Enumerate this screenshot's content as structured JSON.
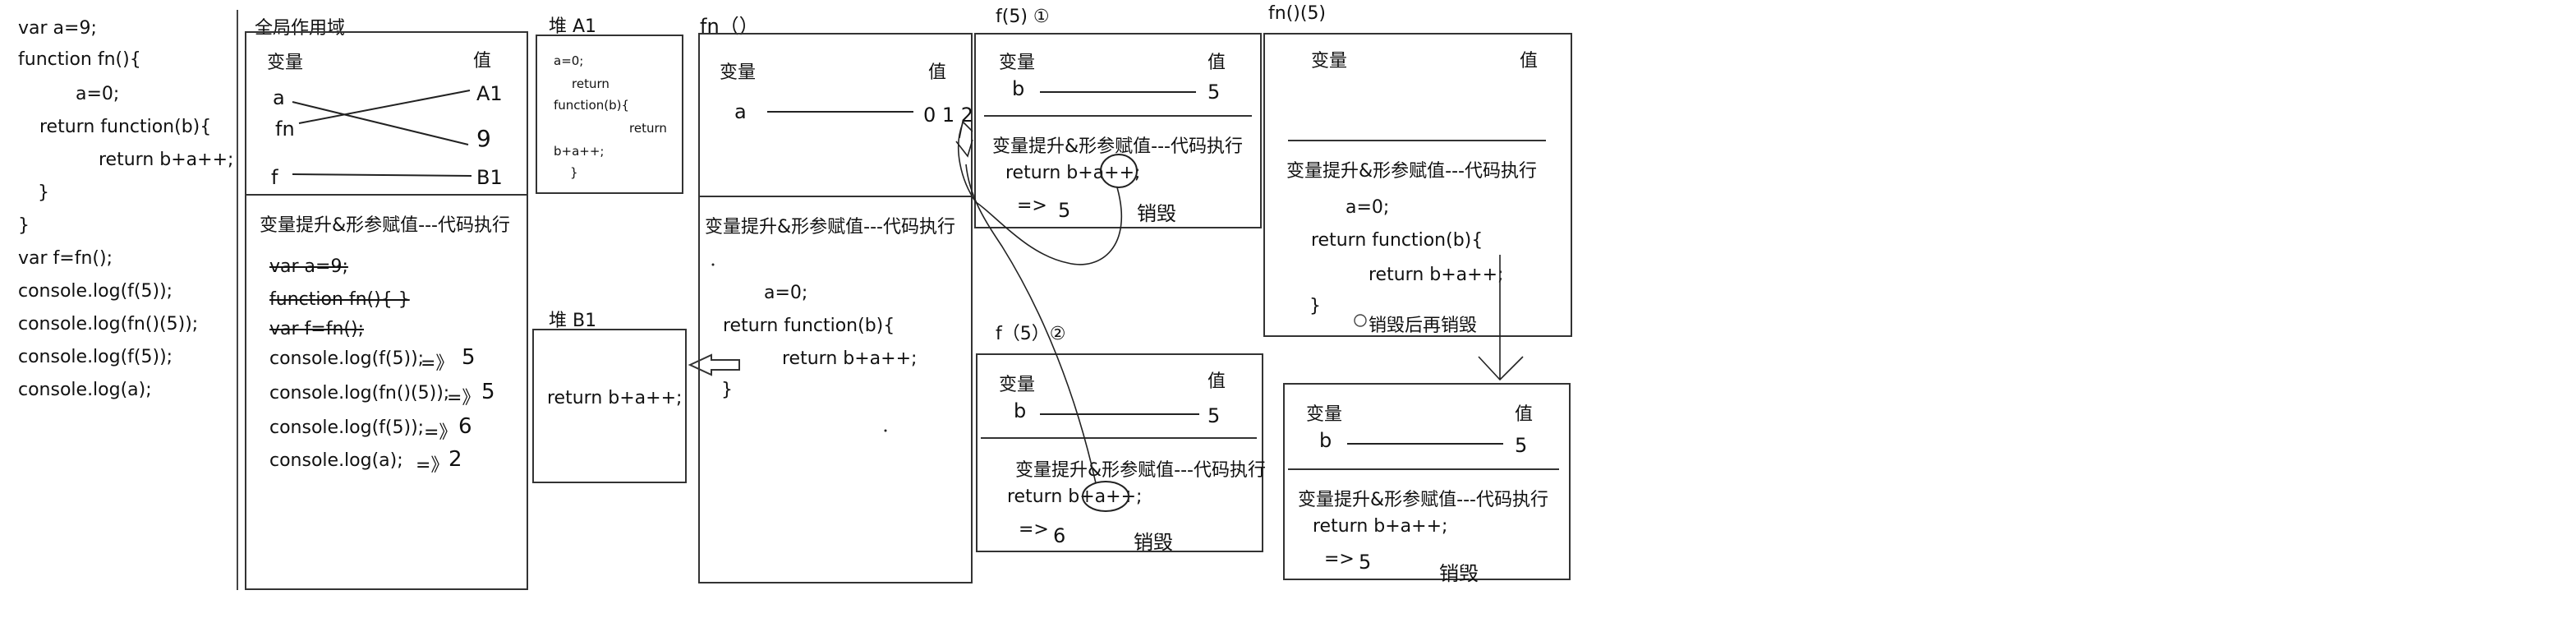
{
  "code": [
    "var a=9;",
    "function fn(){",
    "a=0;",
    "return function(b){",
    "return b+a++;",
    "}",
    "}",
    "var f=fn();",
    "console.log(f(5));",
    "console.log(fn()(5));",
    "console.log(f(5));",
    "console.log(a);"
  ],
  "global": {
    "title": "全局作用域",
    "var_header": "变量",
    "val_header": "值",
    "var_a": "a",
    "var_fn": "fn",
    "var_f": "f",
    "val_a1": "A1",
    "val_9": "9",
    "val_b1": "B1",
    "section_title": "变量提升&形参赋值---代码执行",
    "lines": [
      "var a=9;",
      "function fn(){   }",
      "var f=fn();",
      "console.log(f(5));",
      "console.log(fn()(5));",
      "console.log(f(5));",
      "console.log(a);"
    ],
    "arrows": [
      "=》",
      "=》",
      "=》",
      "=》"
    ],
    "results": [
      "5",
      "5",
      "6",
      "2"
    ]
  },
  "heapA1": {
    "title": "堆  A1",
    "lines": [
      "a=0;",
      "return",
      "function(b){",
      "return",
      "b+a++;",
      "}"
    ]
  },
  "heapB1": {
    "title": "堆 B1",
    "content": "return b+a++;"
  },
  "fn": {
    "title": "fn（）",
    "var_header": "变量",
    "val_header": "值",
    "var_a": "a",
    "values": "0 1 2",
    "section_title": "变量提升&形参赋值---代码执行",
    "lines": [
      "a=0;",
      "return function(b){",
      "return b+a++;",
      "}"
    ]
  },
  "f5_1": {
    "title": "f(5)  ①",
    "var_header": "变量",
    "val_header": "值",
    "var_b": "b",
    "val_b": "5",
    "section_title": "变量提升&形参赋值---代码执行",
    "line": "return b+a++;",
    "arrow": "=>",
    "result": "5",
    "destroy": "销毁"
  },
  "f5_2": {
    "title": "f（5）②",
    "var_header": "变量",
    "val_header": "值",
    "var_b": "b",
    "val_b": "5",
    "section_title": "变量提升&形参赋值---代码执行",
    "line": "return b+a++;",
    "arrow": "=>",
    "result": "6",
    "destroy": "销毁"
  },
  "fn5": {
    "title": "fn()(5)",
    "var_header": "变量",
    "val_header": "值",
    "section_title": "变量提升&形参赋值---代码执行",
    "lines": [
      "a=0;",
      "return function(b){",
      "return b+a++;",
      "}"
    ],
    "destroy_note": "销毁后再销毁"
  },
  "inner": {
    "var_header": "变量",
    "val_header": "值",
    "var_b": "b",
    "val_b": "5",
    "section_title": "变量提升&形参赋值---代码执行",
    "line": "return b+a++;",
    "arrow": "=>",
    "result": "5",
    "destroy": "销毁"
  }
}
